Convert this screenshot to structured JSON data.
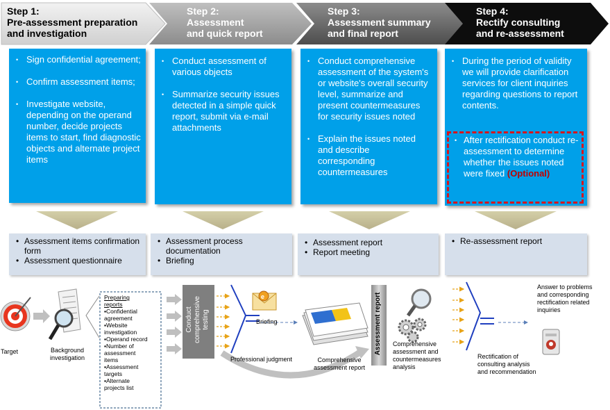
{
  "steps": [
    {
      "num": "Step 1:",
      "title": "Pre-assessment preparation and investigation",
      "title_lines": [
        "Pre-assessment preparation",
        "and investigation"
      ]
    },
    {
      "num": "Step 2:",
      "title": "Assessment and quick report",
      "title_lines": [
        "Assessment",
        "and quick report"
      ]
    },
    {
      "num": "Step 3:",
      "title": "Assessment summary and final report",
      "title_lines": [
        "Assessment summary",
        "and final report"
      ]
    },
    {
      "num": "Step 4:",
      "title": "Rectify consulting and re-assessment",
      "title_lines": [
        "Rectify consulting",
        "and re-assessment"
      ]
    }
  ],
  "activities": [
    [
      "Sign confidential agreement;",
      "Confirm assessment items;",
      "Investigate website, depending on the operand number, decide projects items to start, find diagnostic objects and alternate project items"
    ],
    [
      "Conduct assessment of various objects",
      "Summarize security issues detected  in a simple quick report, submit via e-mail attachments"
    ],
    [
      "Conduct comprehensive assessment of the system's or website's overall security level, summarize and present countermeasures for security issues noted",
      "Explain the issues noted and describe corresponding countermeasures"
    ],
    [
      "During the period of validity we will provide clarification services for client inquiries regarding questions to report contents."
    ]
  ],
  "optional_item": {
    "text": "After rectification conduct re-assessment to determine whether the issues noted were fixed",
    "tag": "(Optional)"
  },
  "outputs": [
    [
      "Assessment items confirmation form",
      "Assessment questionnaire"
    ],
    [
      "Assessment process documentation",
      "Briefing"
    ],
    [
      "Assessment report",
      "Report meeting"
    ],
    [
      "Re-assessment report"
    ]
  ],
  "flow": {
    "target": "Target",
    "background": [
      "Background",
      "investigation"
    ],
    "preparing_title": [
      "Preparing",
      "reports"
    ],
    "preparing_items": [
      "▪Confidential",
      "agreement",
      "▪Website",
      "investigation",
      "▪Operand record",
      "▪Number of",
      "assessment",
      "items",
      "▪Assessment",
      "targets",
      "▪Alternate",
      "projects list"
    ],
    "testing": [
      "Conduct",
      "comprehensive",
      "testing"
    ],
    "briefing": "Briefing",
    "professional": "Professional judgment",
    "comprehensive_report": [
      "Comprehensive",
      "assessment report"
    ],
    "assessment_report_bar": "Assessment report",
    "analysis": [
      "Comprehensive",
      "assessment and",
      "countermeasures",
      "analysis"
    ],
    "answer": [
      "Answer to problems",
      "and corresponding",
      "rectification related",
      "inquiries"
    ],
    "rectification": [
      "Rectification of",
      "consulting analysis",
      "and recommendation"
    ]
  },
  "colors": {
    "blue": "#00a0e9",
    "output_bg": "#d6dfeb",
    "dark": "#000000",
    "grey": "#7f7f7f",
    "optional_red": "#d9141b"
  }
}
